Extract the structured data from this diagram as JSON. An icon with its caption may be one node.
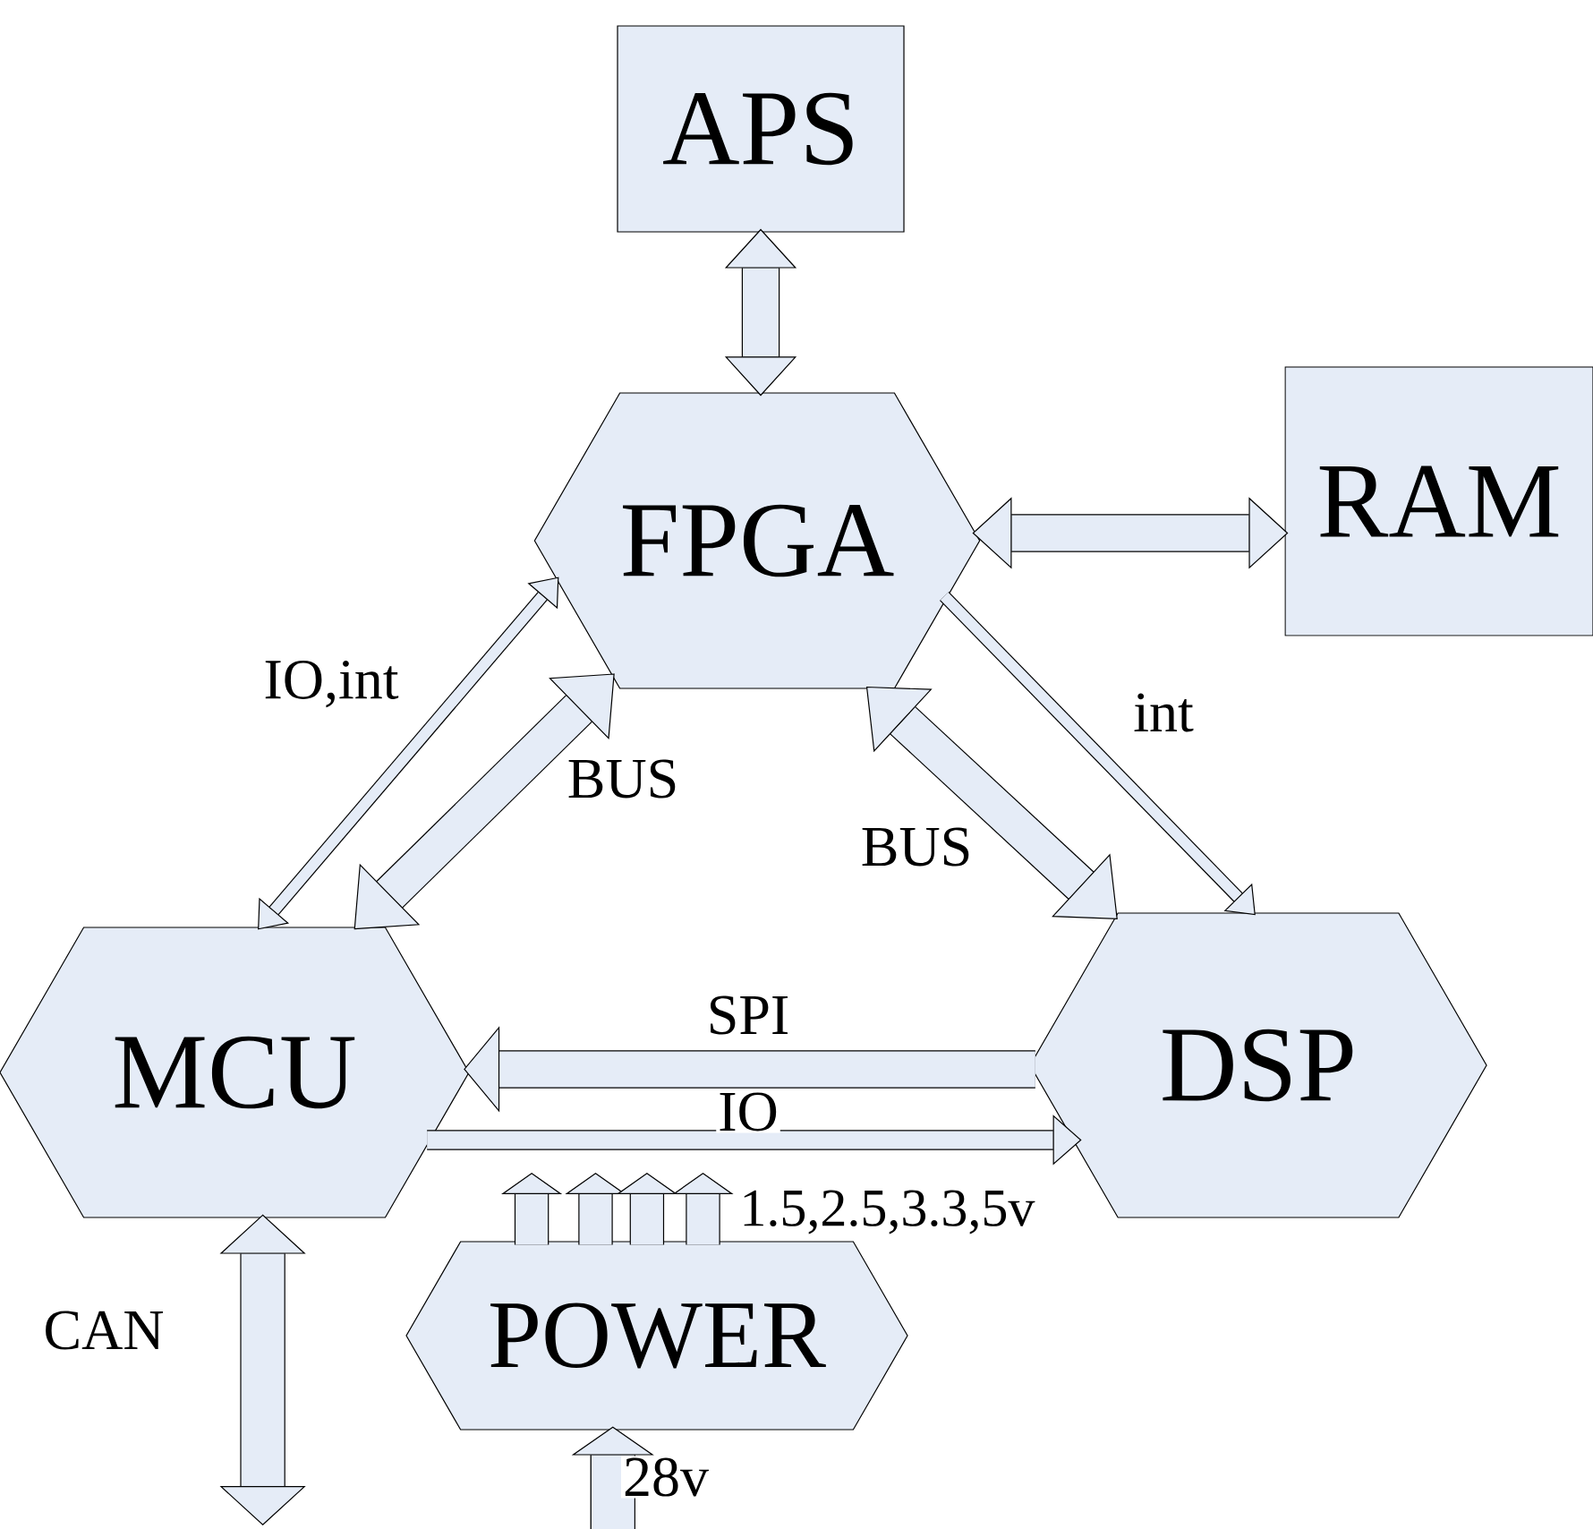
{
  "diagram": {
    "nodes": [
      {
        "text": [
          "APS"
        ]
      },
      {
        "text": [
          "FPGA"
        ]
      },
      {
        "text": [
          "RAM"
        ]
      },
      {
        "text": [
          "MCU"
        ]
      },
      {
        "text": [
          "DSP"
        ]
      },
      {
        "text": [
          "POWER"
        ]
      }
    ],
    "edges": [
      {
        "from": 0,
        "to": 1,
        "arrow": "both"
      },
      {
        "from": 1,
        "to": 2,
        "arrow": "both"
      },
      {
        "from": 1,
        "to": 3,
        "arrow": "both",
        "label": "IO,int"
      },
      {
        "from": 1,
        "to": 3,
        "arrow": "both",
        "label": "BUS"
      },
      {
        "from": 1,
        "to": 4,
        "arrow": "to",
        "label": "int"
      },
      {
        "from": 1,
        "to": 4,
        "arrow": "both",
        "label": "BUS"
      },
      {
        "from": 4,
        "to": 3,
        "arrow": "to",
        "label": "SPI"
      },
      {
        "from": 3,
        "to": 4,
        "arrow": "to",
        "label": "IO"
      },
      {
        "from": 5,
        "to": null,
        "arrow": "to"
      },
      {
        "from": 5,
        "to": null,
        "arrow": "to"
      },
      {
        "from": 5,
        "to": null,
        "arrow": "to"
      },
      {
        "from": 5,
        "to": null,
        "arrow": "to"
      },
      {
        "from": 3,
        "to": null,
        "arrow": "both",
        "label": "CAN"
      },
      {
        "from": null,
        "to": 5,
        "arrow": "to",
        "label": "28v"
      }
    ],
    "labels": [
      "1.5,2.5,3.3,5v"
    ]
  }
}
